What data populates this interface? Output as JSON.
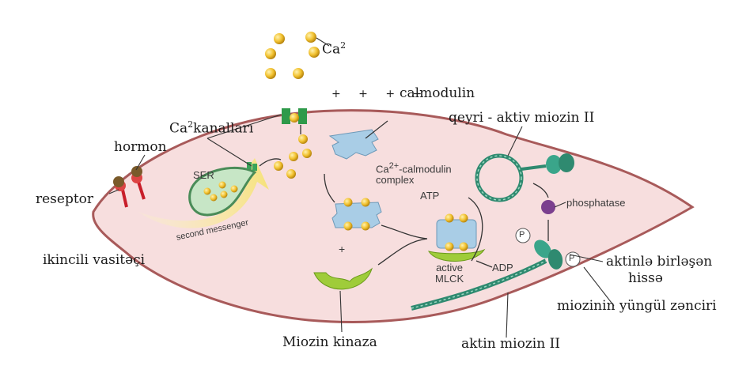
{
  "labels": {
    "ca_ion": "Ca",
    "ca_ion_sup": "2",
    "ca_channels": "kanalları",
    "ca_channels_prefix": "Ca",
    "ca_channels_sup": "2",
    "calmodulin": "calmodulin",
    "inactive_myosin": "qeyri - aktiv miozin II",
    "hormone": "hormon",
    "receptor": "reseptor",
    "second_messenger_az": "ikincili vasitəçi",
    "ser": "SER",
    "second_messenger_en": "second messenger",
    "ca_calmodulin_complex_1": "Ca",
    "ca_calmodulin_complex_sup": "2+",
    "ca_calmodulin_complex_2": "-calmodulin",
    "ca_calmodulin_complex_3": "complex",
    "atp": "ATP",
    "adp": "ADP",
    "active_mlck_1": "active",
    "active_mlck_2": "MLCK",
    "phosphatase": "phosphatase",
    "p_marker": "P",
    "actin_binding": "aktinlə birləşən",
    "actin_binding_2": "hissə",
    "light_chain": "miozinin yüngül zənciri",
    "myosin_kinase": "Miozin kinaza",
    "actin_myosin": "aktin miozin II",
    "plus_sign": "+",
    "membrane_charges": "+ + + +"
  },
  "colors": {
    "cell_fill": "#f7dede",
    "membrane": "#a85a5a",
    "ca_ball": "#f2c230",
    "calmodulin": "#a9cde6",
    "myosin": "#3aa58a",
    "kinase": "#9fcc3a",
    "phosphatase": "#7b3f8e",
    "ser_fill": "#c7e6c6"
  }
}
